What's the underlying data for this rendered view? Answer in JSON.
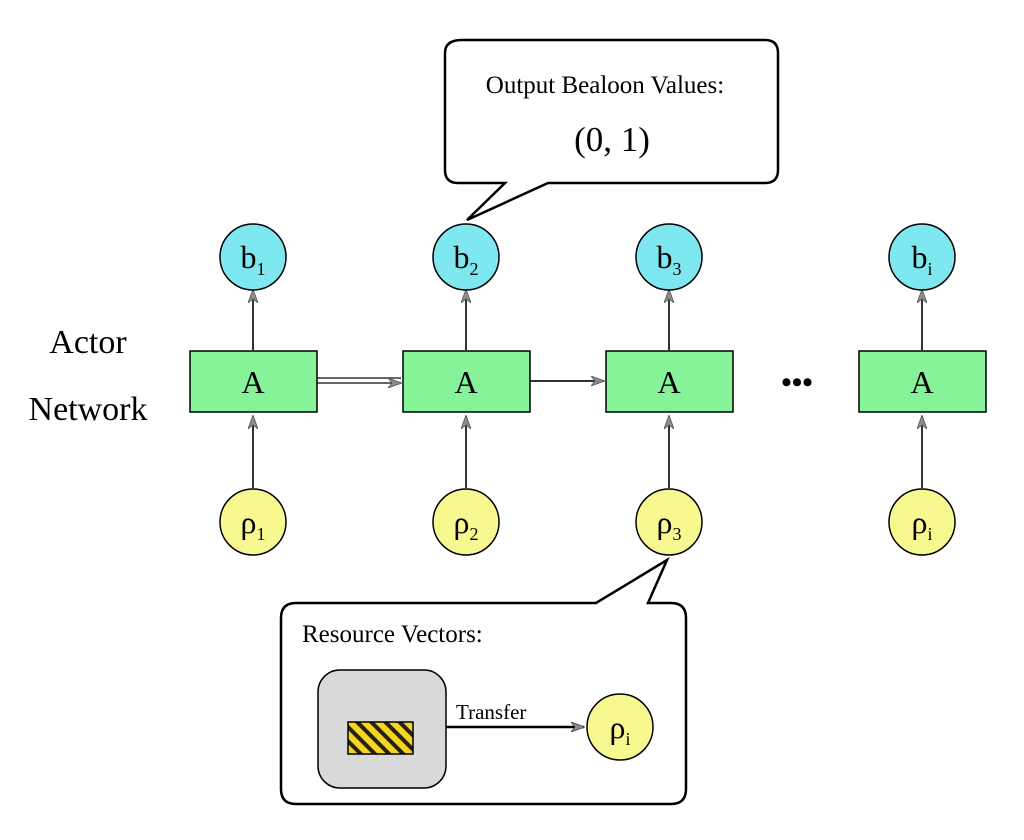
{
  "side_label": {
    "line1": "Actor",
    "line2": "Network"
  },
  "ellipsis": "•••",
  "output_callout": {
    "title": "Output Bealoon Values:",
    "value": "(0, 1)"
  },
  "resource_callout": {
    "title": "Resource Vectors:",
    "transfer_label": "Transfer",
    "target": {
      "symbol": "ρ",
      "sub": "i"
    }
  },
  "columns": [
    {
      "output": {
        "symbol": "b",
        "sub": "1"
      },
      "actor": "A",
      "input": {
        "symbol": "ρ",
        "sub": "1"
      }
    },
    {
      "output": {
        "symbol": "b",
        "sub": "2"
      },
      "actor": "A",
      "input": {
        "symbol": "ρ",
        "sub": "2"
      }
    },
    {
      "output": {
        "symbol": "b",
        "sub": "3"
      },
      "actor": "A",
      "input": {
        "symbol": "ρ",
        "sub": "3"
      }
    },
    {
      "output": {
        "symbol": "b",
        "sub": "i"
      },
      "actor": "A",
      "input": {
        "symbol": "ρ",
        "sub": "i"
      }
    }
  ],
  "colors": {
    "output_node": "#7fe7ef",
    "actor_box": "#86f39b",
    "input_node": "#f8f890",
    "resource_box": "#d9d9d9",
    "hatch": "#f7d51e",
    "arrowhead": "#8c8c8c"
  }
}
